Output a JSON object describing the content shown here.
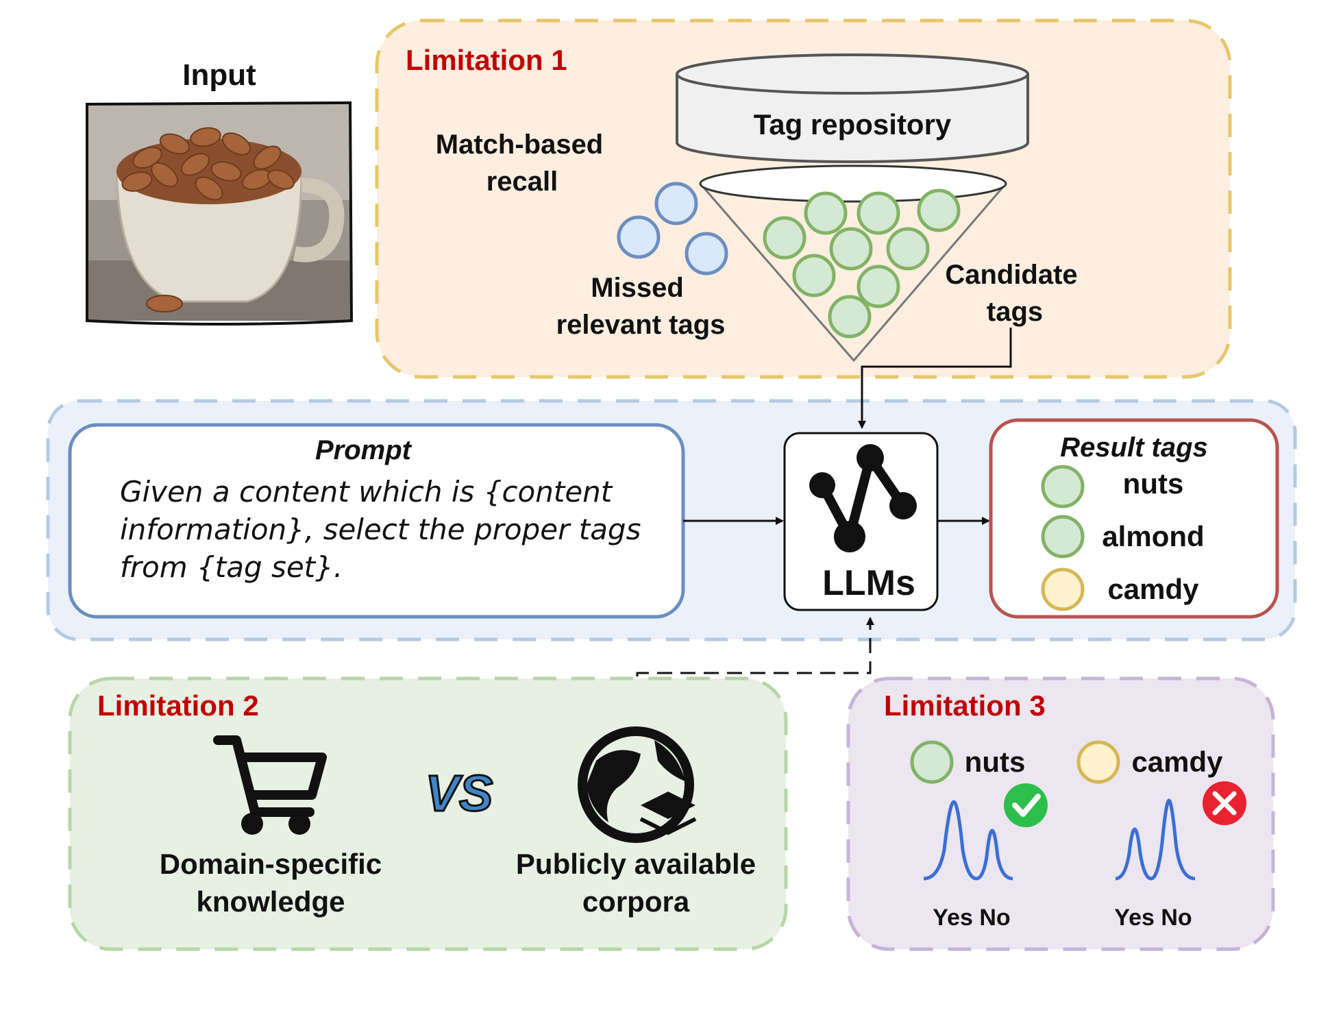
{
  "input": {
    "title": "Input",
    "image_alt": "cup of almonds"
  },
  "limitation1": {
    "label": "Limitation 1",
    "repository": "Tag repository",
    "match_recall": [
      "Match-based",
      "recall"
    ],
    "missed_tags": [
      "Missed",
      "relevant tags"
    ],
    "candidate_tags": [
      "Candidate",
      "tags"
    ]
  },
  "prompt": {
    "title": "Prompt",
    "lines": [
      "Given a content which is {content",
      "information}, select the proper tags",
      "from {tag set}."
    ]
  },
  "llm": {
    "label": "LLMs"
  },
  "result": {
    "title": "Result tags",
    "tags": [
      "nuts",
      "almond",
      "camdy"
    ]
  },
  "limitation2": {
    "label": "Limitation 2",
    "left": [
      "Domain-specific",
      "knowledge"
    ],
    "vs": "VS",
    "right": [
      "Publicly available",
      "corpora"
    ]
  },
  "limitation3": {
    "label": "Limitation 3",
    "left_tag": "nuts",
    "right_tag": "camdy",
    "left_axis": "Yes No",
    "right_axis": "Yes No"
  },
  "colors": {
    "orange_bg": "#fdeee0",
    "orange_border": "#e6c76a",
    "blue_bg": "#eaf1fb",
    "blue_border": "#b6c9e3",
    "green_bg": "#e6f0e3",
    "green_border": "#b7d6a8",
    "purple_bg": "#ece6f0",
    "purple_border": "#c6b3d8",
    "tag_green": "#d5e8d4",
    "tag_green_stroke": "#82b366",
    "tag_yellow": "#fff2cc",
    "tag_yellow_stroke": "#d6b656",
    "tag_blue": "#dae8fc",
    "tag_blue_stroke": "#6c8ebf",
    "label_red": "#c00000"
  },
  "icons": [
    "shopping-cart-icon",
    "globe-icon",
    "vs-icon",
    "check-icon",
    "cross-icon",
    "llm-graph-icon"
  ]
}
